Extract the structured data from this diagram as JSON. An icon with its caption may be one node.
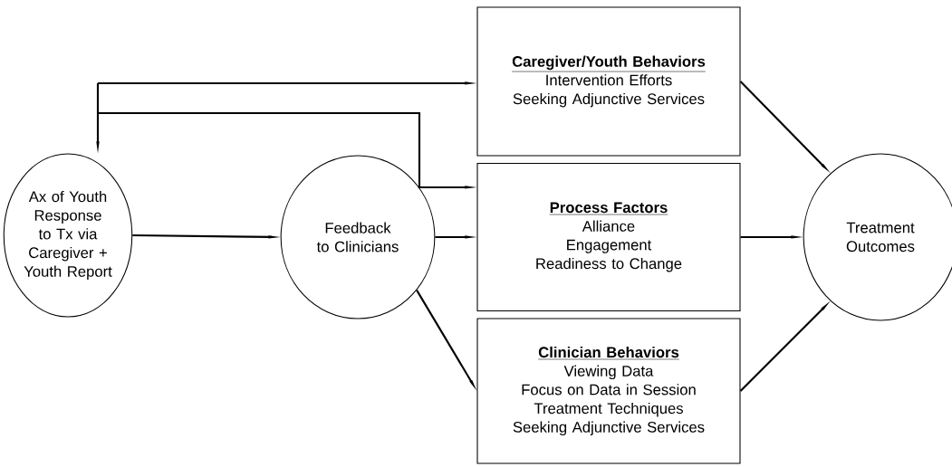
{
  "diagram": {
    "nodes": [
      {
        "text": [
          "Ax of Youth Response to Tx via Caregiver + Youth Report"
        ]
      },
      {
        "text": [
          "Feedback to Clinicians"
        ]
      },
      {
        "text": [
          "Caregiver/Youth Behaviors",
          "Intervention Efforts",
          "Seeking Adjunctive Services"
        ]
      },
      {
        "text": [
          "Process Factors",
          "Alliance",
          "Engagement",
          "Readiness to Change"
        ]
      },
      {
        "text": [
          "Clinician Behaviors",
          "Viewing Data",
          "Focus on Data in Session",
          "Treatment Techniques",
          "Seeking Adjunctive Services"
        ]
      },
      {
        "text": [
          "Treatment Outcomes"
        ]
      }
    ],
    "edges": [
      {
        "from": null,
        "to": 0,
        "arrow": "to"
      },
      {
        "from": null,
        "to": 2,
        "arrow": "to"
      },
      {
        "from": null,
        "to": 3,
        "arrow": "to"
      },
      {
        "from": 0,
        "to": 1,
        "arrow": "to"
      },
      {
        "from": 1,
        "to": 3,
        "arrow": "to"
      },
      {
        "from": 1,
        "to": 4,
        "arrow": "to"
      },
      {
        "from": 2,
        "to": 5,
        "arrow": "to"
      },
      {
        "from": 3,
        "to": 5,
        "arrow": "to"
      },
      {
        "from": 4,
        "to": 5,
        "arrow": "to"
      }
    ]
  }
}
